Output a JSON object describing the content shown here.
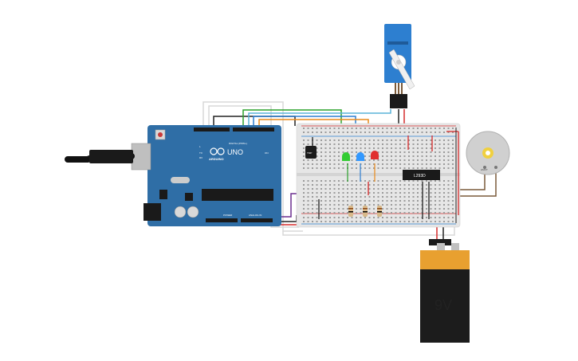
{
  "arduino": {
    "model_label": "UNO",
    "brand_label": "ARDUINO",
    "digital_header_label": "DIGITAL (PWM~)",
    "power_label": "POWER",
    "analog_label": "ANALOG IN",
    "tx_label": "TX",
    "rx_label": "RX",
    "l_label": "L",
    "on_label": "ON",
    "board_color": "#2f6ea6"
  },
  "breadboard": {
    "sensor_label": "TMP",
    "driver_ic_label": "L293D"
  },
  "components": {
    "leds": [
      {
        "color_name": "green",
        "color": "#33cc33"
      },
      {
        "color_name": "blue",
        "color": "#3399ff"
      },
      {
        "color_name": "red",
        "color": "#e03030"
      }
    ],
    "motor_label": "HMOT",
    "battery_label": "9V"
  },
  "wire_colors": {
    "red": "#d62b2b",
    "black": "#222222",
    "green": "#2aa02a",
    "blue": "#2d7fd0",
    "orange": "#e88a1a",
    "brown": "#7a5a3a",
    "purple": "#6b2f8f",
    "white": "#d8d8d8",
    "cyan": "#5ab4d8"
  }
}
